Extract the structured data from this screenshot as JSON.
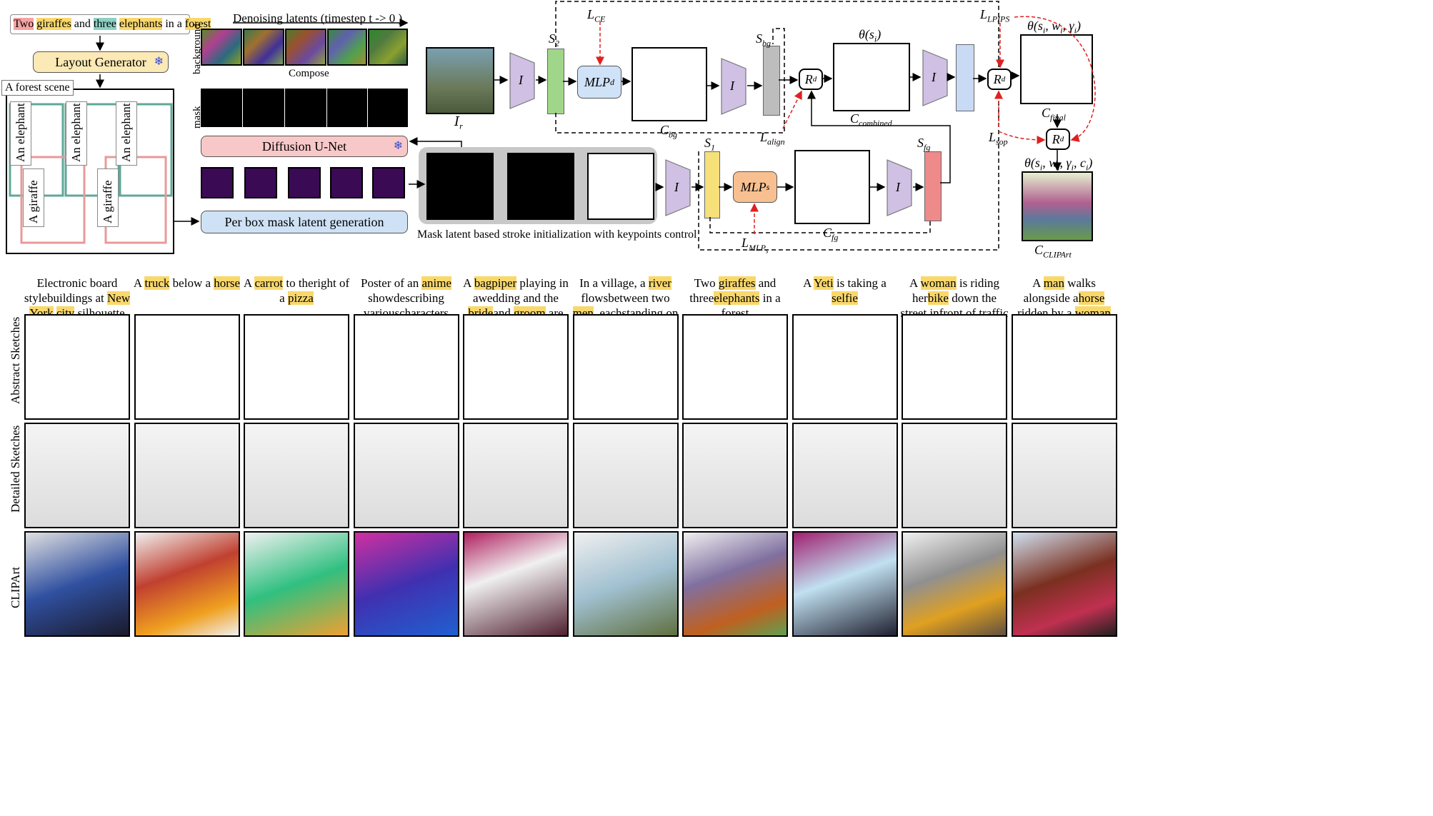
{
  "prompt": {
    "parts": [
      "Two",
      "giraffes",
      "and",
      "three",
      "elephants",
      "in a",
      "forest"
    ]
  },
  "layout_generator": "Layout Generator",
  "scene_label": "A forest scene",
  "box_labels": [
    "An elephant",
    "An elephant",
    "An elephant",
    "A giraffe",
    "A giraffe"
  ],
  "denoising": {
    "title": "Denoising latents (timestep t -> 0 )",
    "row_labels": [
      "background",
      "mask"
    ],
    "compose": "Compose"
  },
  "unet": "Diffusion U-Net",
  "per_box": "Per box mask latent generation",
  "stroke_init": "Mask latent based stroke initialization with keypoints control",
  "encoder": "I",
  "mlp_d": "MLP",
  "mlp_d_sub": "d",
  "mlp_s": "MLP",
  "mlp_s_sub": "s",
  "renderer": "R",
  "renderer_sub": "d",
  "symbols": {
    "S2": "S",
    "S2_sub": "2",
    "S1": "S",
    "S1_sub": "1",
    "Sbg": "S",
    "Sbg_sub": "bg",
    "Sfg": "S",
    "Sfg_sub": "fg",
    "Ir": "I",
    "Ir_sub": "r",
    "Cbg": "C",
    "Cbg_sub": "bg",
    "Cfg": "C",
    "Cfg_sub": "fg",
    "Ccombined": "C",
    "Ccombined_sub": "combined",
    "Cfinal": "C",
    "Cfinal_sub": "final",
    "Cclip": "C",
    "Cclip_sub": "CLIPArt",
    "LCE": "L",
    "LCE_sub": "CE",
    "Lalign": "L",
    "Lalign_sub": "align",
    "LMLPs": "L",
    "LMLPs_sub": "MLP",
    "LLPIPS": "L",
    "LLPIPS_sub": "LPIPS",
    "Lsop": "L",
    "Lsop_sub": "sop",
    "theta_si": "θ(s",
    "theta_si_end": ")",
    "theta_full": "θ(s",
    "theta_full_end": ", w",
    "theta_full_end2": ", γ",
    "theta_full_end3": ")",
    "theta_clip_end3": ", c",
    "i": "i"
  },
  "row_labels": [
    "Abstract Sketches",
    "Detailed Sketches",
    "CLIPArt"
  ],
  "columns": [
    {
      "caption": [
        "Electronic board style",
        "buildings at ",
        "New",
        " ",
        "York",
        " ",
        "city",
        " silhouette"
      ],
      "hl": [
        2,
        4,
        6
      ]
    },
    {
      "caption": [
        "A ",
        "truck",
        " below a ",
        "horse"
      ],
      "hl": [
        1,
        3
      ]
    },
    {
      "caption": [
        "A ",
        "carrot",
        " to the",
        "right of a ",
        "pizza"
      ],
      "hl": [
        1,
        4
      ]
    },
    {
      "caption": [
        "Poster of an ",
        "anime",
        " show",
        "describing various",
        "characters"
      ],
      "hl": [
        1
      ]
    },
    {
      "caption": [
        "A ",
        "bagpiper",
        " playing in a",
        "wedding and the ",
        "bride",
        "and ",
        "groom",
        " are dancing"
      ],
      "hl": [
        1,
        4,
        6
      ]
    },
    {
      "caption": [
        "In a village, a ",
        "river",
        " flows",
        "between two ",
        "men",
        ", each",
        "standing on opposite banks"
      ],
      "hl": [
        1,
        4
      ]
    },
    {
      "caption": [
        "Two ",
        "giraffes",
        " and three",
        "elephants",
        " in a forest"
      ],
      "hl": [
        1,
        3
      ]
    },
    {
      "caption": [
        "A ",
        "Yeti",
        " is taking a ",
        "selfie"
      ],
      "hl": [
        1,
        3
      ]
    },
    {
      "caption": [
        "A ",
        "woman",
        " is riding her",
        "bike",
        " down the street in",
        "front of traffic"
      ],
      "hl": [
        1,
        3
      ]
    },
    {
      "caption": [
        "A ",
        "man",
        " walks alongside a",
        "horse",
        " ridden by a ",
        "woman"
      ],
      "hl": [
        1,
        3,
        5
      ]
    }
  ],
  "colors": {
    "yellow": "#f9d86b",
    "red": "#f5a3a3",
    "teal": "#8cd0c4",
    "generator": "#fbe9b6",
    "unet": "#f8c8c8",
    "perbox": "#cfe2f5",
    "mlp_d": "#cfe2f8",
    "mlp_s": "#f8c090",
    "encoder": "#cfc0e4",
    "s2": "#9fd68a",
    "s1": "#f6e07a",
    "sbg": "#bdbdbd",
    "sfg": "#ef8a8a",
    "final_vec": "#c9daf5",
    "green_layout": "#5fa898",
    "pink_layout": "#e89a9a",
    "red_arrow": "#e02020"
  }
}
